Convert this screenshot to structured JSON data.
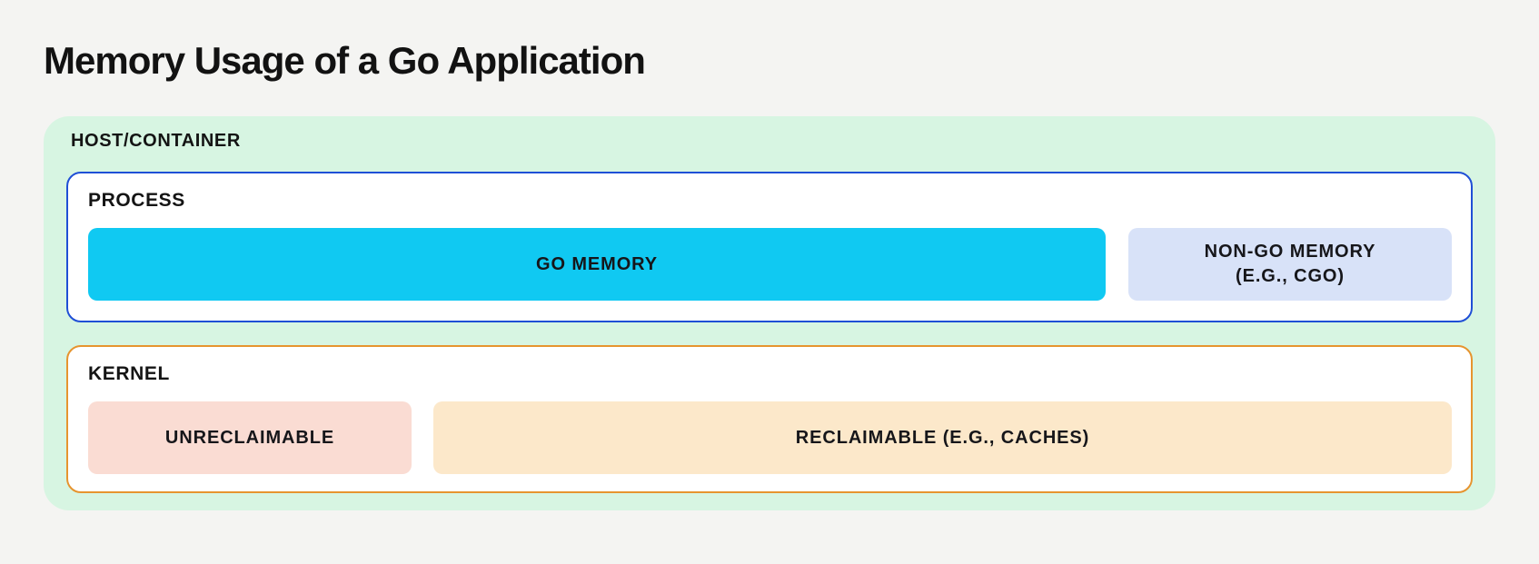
{
  "page": {
    "title": "Memory Usage of a Go Application"
  },
  "diagram": {
    "host": {
      "label": "HOST/CONTAINER",
      "background": "#d7f5e2"
    },
    "process": {
      "label": "PROCESS",
      "border_color": "#1f4fd6",
      "background": "#ffffff",
      "go_memory": {
        "label": "GO MEMORY",
        "background": "#10c9f2"
      },
      "non_go_memory": {
        "label": "NON-GO MEMORY\n(E.G., CGO)",
        "background": "#d8e2f8"
      }
    },
    "kernel": {
      "label": "KERNEL",
      "border_color": "#e6942f",
      "background": "#ffffff",
      "unreclaimable": {
        "label": "UNRECLAIMABLE",
        "background": "#fadcd3"
      },
      "reclaimable": {
        "label": "RECLAIMABLE (E.G., CACHES)",
        "background": "#fce8ca"
      }
    },
    "page_background": "#f4f4f2",
    "text_color": "#141414"
  }
}
